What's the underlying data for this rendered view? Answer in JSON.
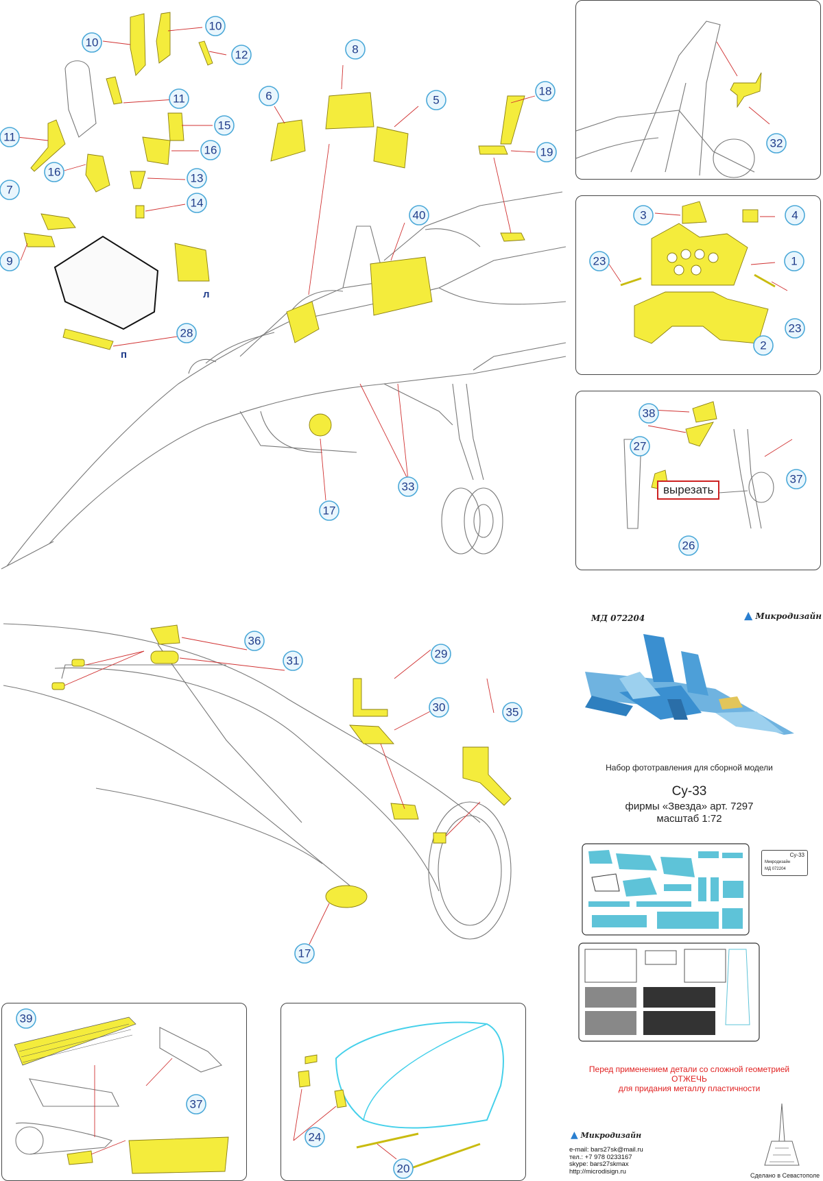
{
  "callouts": {
    "c1": "1",
    "c2": "2",
    "c3": "3",
    "c4": "4",
    "c5": "5",
    "c6": "6",
    "c7": "7",
    "c8": "8",
    "c9": "9",
    "c10": "10",
    "c11": "11",
    "c12": "12",
    "c13": "13",
    "c14": "14",
    "c15": "15",
    "c16": "16",
    "c17": "17",
    "c18": "18",
    "c19": "19",
    "c20": "20",
    "c23": "23",
    "c24": "24",
    "c26": "26",
    "c27": "27",
    "c28": "28",
    "c29": "29",
    "c30": "30",
    "c31": "31",
    "c32": "32",
    "c33": "33",
    "c35": "35",
    "c36": "36",
    "c37": "37",
    "c38": "38",
    "c39": "39",
    "c40": "40"
  },
  "orientation_marks": {
    "left": "л",
    "right": "п"
  },
  "cut_note": "вырезать",
  "header": {
    "code": "МД 072204",
    "brand": "Микродизайн"
  },
  "info": {
    "subtitle": "Набор фототравления для сборной модели",
    "model": "Су-33",
    "maker_line": "фирмы «Звезда»  арт. 7297",
    "scale": "масштаб 1:72"
  },
  "fret": {
    "tag_title": "Су-33",
    "tag_brand": "Микродизайн",
    "tag_code": "МД 072204"
  },
  "warning": {
    "line1": "Перед применением детали со сложной геометрией",
    "line2": "ОТЖЕЧЬ",
    "line3": "для придания металлу пластичности"
  },
  "contacts": {
    "brand": "Микродизайн",
    "email": "e-mail: bars27sk@mail.ru",
    "phone": "тел.: +7 978 0233167",
    "skype": "skype: bars27skmax",
    "site": "http://microdisign.ru"
  },
  "made_in": "Сделано в Севастополе",
  "colors": {
    "part": "#f4ec3c",
    "callout_ring": "#4aa8d8",
    "callout_text": "#1f3c8a",
    "leader": "#d03030",
    "canopy": "#45d0ea",
    "warning": "#e02020",
    "camo": "#3a8fd0"
  }
}
